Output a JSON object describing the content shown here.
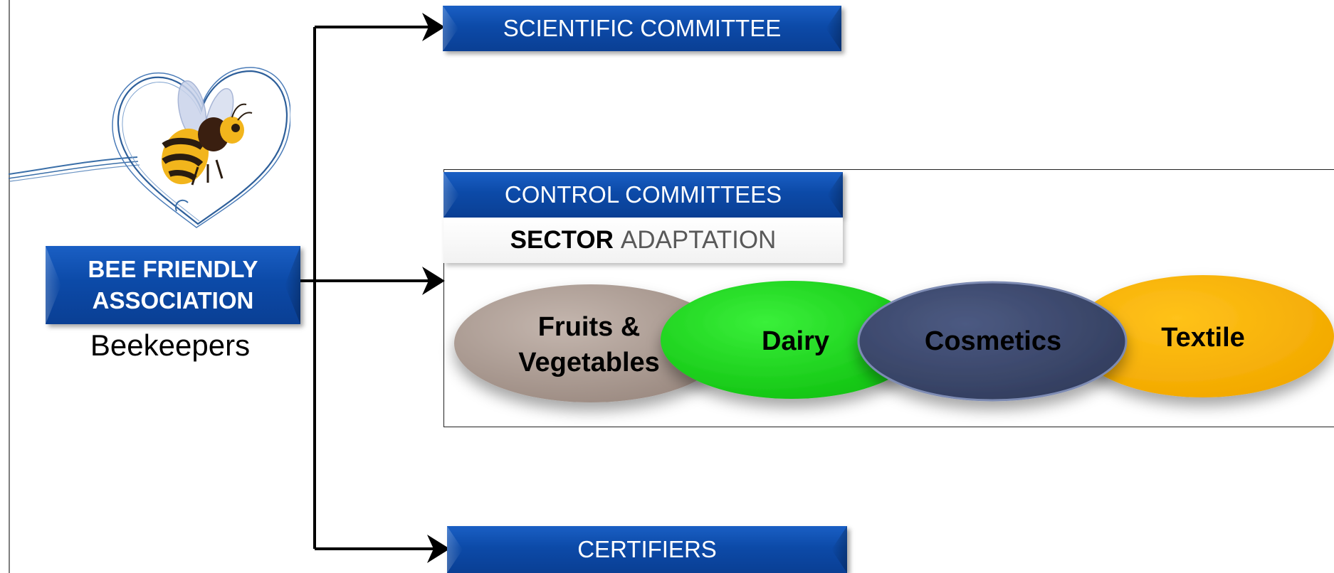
{
  "association": {
    "line1": "BEE FRIENDLY",
    "line2": "ASSOCIATION",
    "subtitle": "Beekeepers"
  },
  "committees": {
    "scientific": "SCIENTIFIC COMMITTEE",
    "control": "CONTROL COMMITTEES",
    "certifiers": "CERTIFIERS"
  },
  "sector": {
    "bold": "SECTOR",
    "rest": "ADAPTATION"
  },
  "sectors": [
    {
      "label_line1": "Fruits &",
      "label_line2": "Vegetables",
      "color": "#a89890"
    },
    {
      "label": "Dairy",
      "color": "#1ed81e"
    },
    {
      "label": "Cosmetics",
      "color": "#3e4a6e"
    },
    {
      "label": "Textile",
      "color": "#ffb400"
    }
  ],
  "colors": {
    "box_blue": "#0c4aa8",
    "arrow": "#000000"
  },
  "icons": {
    "logo": "heart-bee-icon"
  }
}
